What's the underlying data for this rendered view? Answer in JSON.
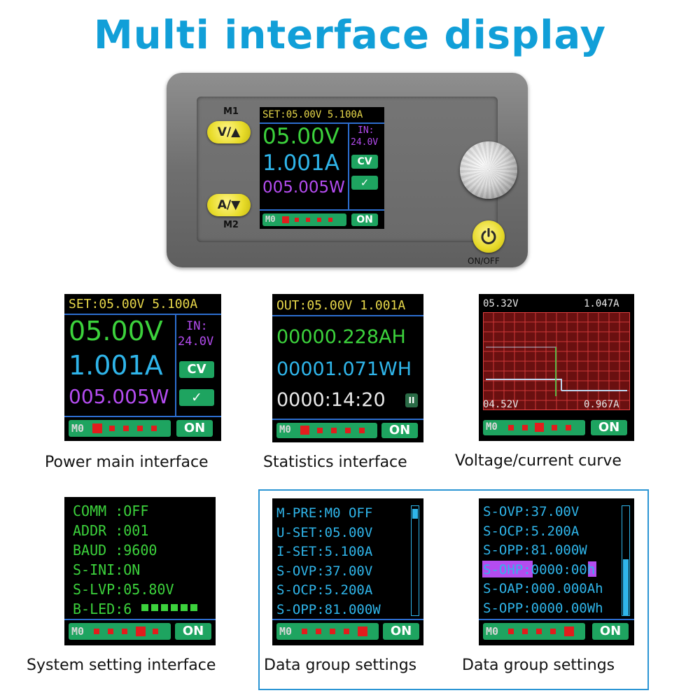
{
  "title": "Multi interface display",
  "device": {
    "m1_label": "M1",
    "m2_label": "M2",
    "va_button": "V/▲",
    "av_button": "A/▼",
    "onoff_label": "ON/OFF",
    "screen": {
      "set_line": "SET:05.00V 5.100A",
      "voltage": "05.00V",
      "current": "1.001A",
      "power": "005.005W",
      "in_label": "IN:",
      "in_value": "24.0V",
      "cv": "CV",
      "check": "✓",
      "m0": "M0",
      "on": "ON"
    }
  },
  "screens": {
    "main": {
      "set_line": "SET:05.00V 5.100A",
      "voltage": "05.00V",
      "current": "1.001A",
      "power": "005.005W",
      "in_label": "IN:",
      "in_value": "24.0V",
      "cv": "CV",
      "check": "✓",
      "m0": "M0",
      "on": "ON",
      "caption": "Power main interface"
    },
    "stats": {
      "out_line": "OUT:05.00V 1.001A",
      "ah": "00000.228AH",
      "wh": "00001.071WH",
      "time": "0000:14:20",
      "pause": "II",
      "m0": "M0",
      "on": "ON",
      "caption": "Statistics interface"
    },
    "curve": {
      "v_max": "05.32V",
      "i_max": "1.047A",
      "v_min": "04.52V",
      "i_min": "0.967A",
      "m0": "M0",
      "on": "ON",
      "caption": "Voltage/current curve"
    },
    "system": {
      "lines": [
        "COMM :OFF",
        "ADDR :001",
        "BAUD :9600",
        "S-INI:ON",
        "S-LVP:05.80V",
        "B-LED:6"
      ],
      "m0": "M0",
      "on": "ON",
      "caption": "System setting interface"
    },
    "group1": {
      "lines": [
        "M-PRE:M0 OFF",
        "U-SET:05.00V",
        "I-SET:5.100A",
        "S-OVP:37.00V",
        "S-OCP:5.200A",
        "S-OPP:81.000W"
      ],
      "m0": "M0",
      "on": "ON",
      "caption": "Data group settings"
    },
    "group2": {
      "lines": [
        "S-OVP:37.00V",
        "S-OCP:5.200A",
        "S-OPP:81.000W",
        "S-OHP:0000:00h",
        "S-OAP:000.000Ah",
        "S-OPP:0000.00Wh"
      ],
      "highlight_label": "S-OHP:",
      "m0": "M0",
      "on": "ON",
      "caption": "Data group settings"
    }
  },
  "colors": {
    "title": "#119fd8",
    "lcd_green": "#3cd23c",
    "lcd_cyan": "#2fb5ea",
    "lcd_magenta": "#b44cf0",
    "lcd_yellow": "#e8d84a",
    "lcd_white": "#e8e8e8",
    "bar_green": "#1ea460",
    "bar_red": "#e21d1d",
    "frame": "#2b95d4"
  }
}
